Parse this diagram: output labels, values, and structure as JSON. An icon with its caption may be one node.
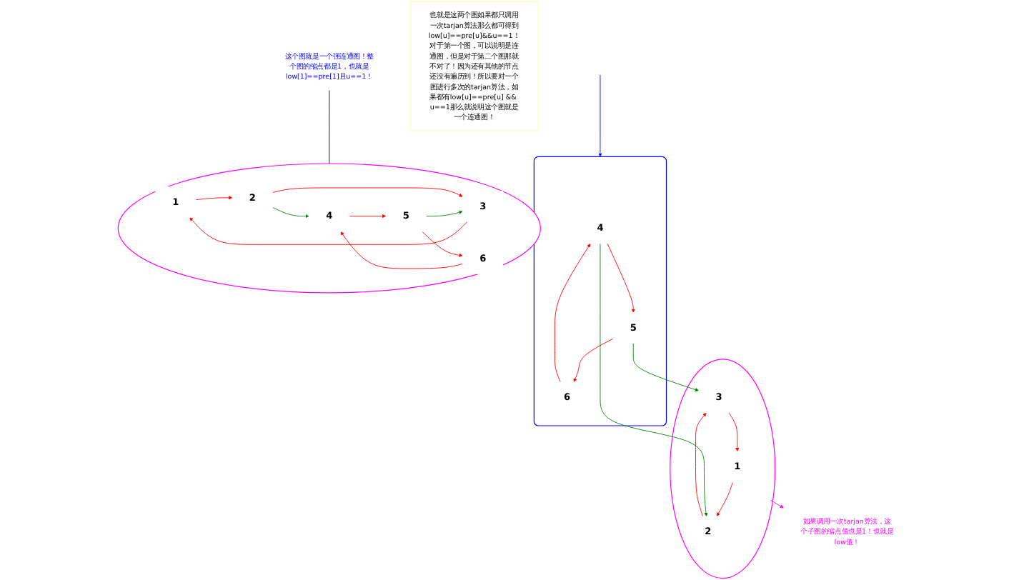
{
  "diagram": {
    "nodes": [
      {
        "text": [],
        "shape": "circle"
      },
      {
        "text": [
          "1"
        ],
        "in": 0
      },
      {
        "text": [
          "2"
        ],
        "in": 0
      },
      {
        "text": [
          "3"
        ],
        "in": 0
      },
      {
        "text": [
          "4"
        ],
        "in": 0
      },
      {
        "text": [
          "6"
        ],
        "in": 0
      },
      {
        "text": [
          "5"
        ],
        "in": 0
      },
      {
        "text": [
          "这个图就是一个强连通图！整个图的缩点都是1，也就是low[1]==pre[1]且u==1！"
        ]
      },
      {
        "text": [],
        "shape": "circle"
      },
      {
        "text": [
          "1"
        ],
        "in": 8
      },
      {
        "text": [
          "2"
        ],
        "in": 8
      },
      {
        "text": [
          "3"
        ],
        "in": 8
      },
      {
        "text": [],
        "shape": "box"
      },
      {
        "text": [
          "4"
        ],
        "in": 12
      },
      {
        "text": [
          "6"
        ],
        "in": 12
      },
      {
        "text": [
          "5"
        ],
        "in": 12
      },
      {
        "text": [
          "如果调用一次tarjan算法，这个子图的缩点值也是1！也就是low值！"
        ]
      },
      {
        "text": [
          "也就是这两个图如果都只调用一次tarjan算法那么都可得到low[u]==pre[u]&&u==1！对于第一个图，可以说明是连通图，但是对于第二个图那就不对了！因为还有其他的节点还没有遍历到！所以要对一个图进行多次的tarjan算法，如果都有low[u]==pre[u] && u==1那么就说明这个图就是一个连通图！"
        ]
      }
    ],
    "edges": [
      {
        "from": 1,
        "to": 2,
        "arrow": "to"
      },
      {
        "from": 2,
        "to": 3,
        "arrow": "to"
      },
      {
        "from": 3,
        "to": 1,
        "arrow": "to"
      },
      {
        "from": 4,
        "to": 6,
        "arrow": "to"
      },
      {
        "from": 6,
        "to": 5,
        "arrow": "to"
      },
      {
        "from": 5,
        "to": 4,
        "arrow": "to"
      },
      {
        "from": 2,
        "to": 4,
        "arrow": "to",
        "color": "#008000"
      },
      {
        "from": 6,
        "to": 3,
        "arrow": "to",
        "color": "#008000"
      },
      {
        "from": 7,
        "to": 0,
        "arrow": "to",
        "color": "#000000"
      },
      {
        "from": 9,
        "to": 10,
        "arrow": "to"
      },
      {
        "from": 10,
        "to": 11,
        "arrow": "to"
      },
      {
        "from": 11,
        "to": 9,
        "arrow": "to"
      },
      {
        "from": 13,
        "to": 15,
        "arrow": "to"
      },
      {
        "from": 15,
        "to": 14,
        "arrow": "to"
      },
      {
        "from": 14,
        "to": 13,
        "arrow": "to"
      },
      {
        "from": 13,
        "to": 10,
        "arrow": "to",
        "color": "#008000"
      },
      {
        "from": 15,
        "to": 11,
        "arrow": "to",
        "color": "#008000"
      },
      {
        "from": 8,
        "to": 16,
        "arrow": "to",
        "color": "#ff00ff"
      },
      {
        "from": null,
        "to": 12,
        "arrow": "to",
        "color": "#0000ff"
      }
    ]
  }
}
